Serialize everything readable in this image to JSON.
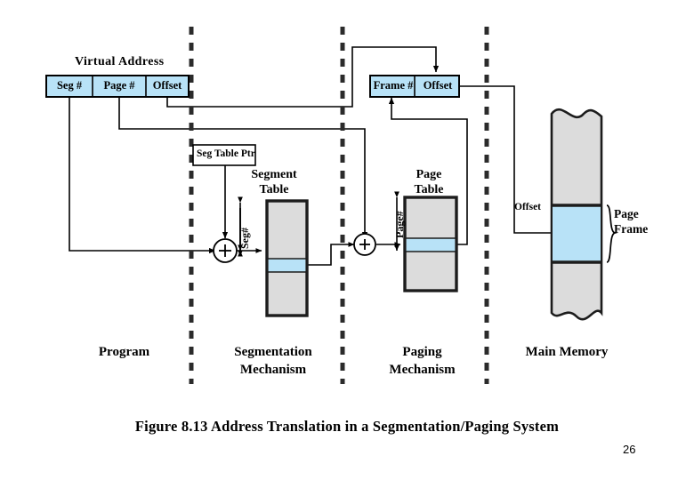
{
  "figure": {
    "caption": "Figure 8.13  Address Translation in a Segmentation/Paging System",
    "page_number": "26"
  },
  "virtual_address": {
    "title": "Virtual Address",
    "fields": [
      {
        "label": "Seg #"
      },
      {
        "label": "Page #"
      },
      {
        "label": "Offset"
      }
    ]
  },
  "physical_address": {
    "fields": [
      {
        "label": "Frame #"
      },
      {
        "label": "Offset"
      }
    ]
  },
  "segmentation": {
    "seg_table_ptr": "Seg Table Ptr",
    "table_title_line1": "Segment",
    "table_title_line2": "Table",
    "index_label": "Seg#",
    "adder": "+"
  },
  "paging": {
    "table_title_line1": "Page",
    "table_title_line2": "Table",
    "index_label": "Page#",
    "adder": "+"
  },
  "main_memory": {
    "offset_label": "Offset",
    "frame_label_line1": "Page",
    "frame_label_line2": "Frame"
  },
  "sections": [
    {
      "name": "Program"
    },
    {
      "name": "Segmentation",
      "name2": "Mechanism"
    },
    {
      "name": "Paging",
      "name2": "Mechanism"
    },
    {
      "name": "Main Memory"
    }
  ],
  "colors": {
    "highlight": "#b8e2f7",
    "table_fill": "#dcdcdc",
    "line": "#000000",
    "background": "#ffffff"
  }
}
